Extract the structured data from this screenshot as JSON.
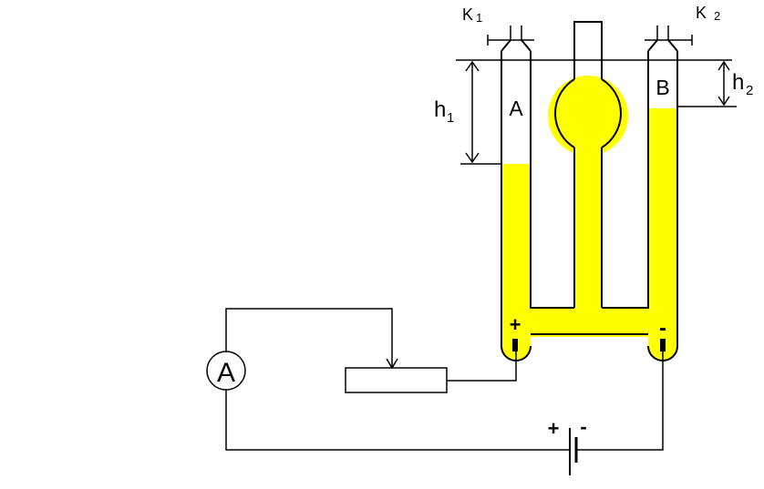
{
  "labels": {
    "k1": "K",
    "k1_sub": "1",
    "k2": "K",
    "k2_sub": "2",
    "tube_a": "A",
    "tube_b": "B",
    "h1": "h",
    "h1_sub": "1",
    "h2": "h",
    "h2_sub": "2",
    "ammeter": "A",
    "anode_sign": "+",
    "cathode_sign": "-",
    "battery_plus": "+",
    "battery_minus": "-"
  },
  "colors": {
    "electrolyte": "#ffff00",
    "outline": "#000000",
    "background": "#ffffff"
  }
}
